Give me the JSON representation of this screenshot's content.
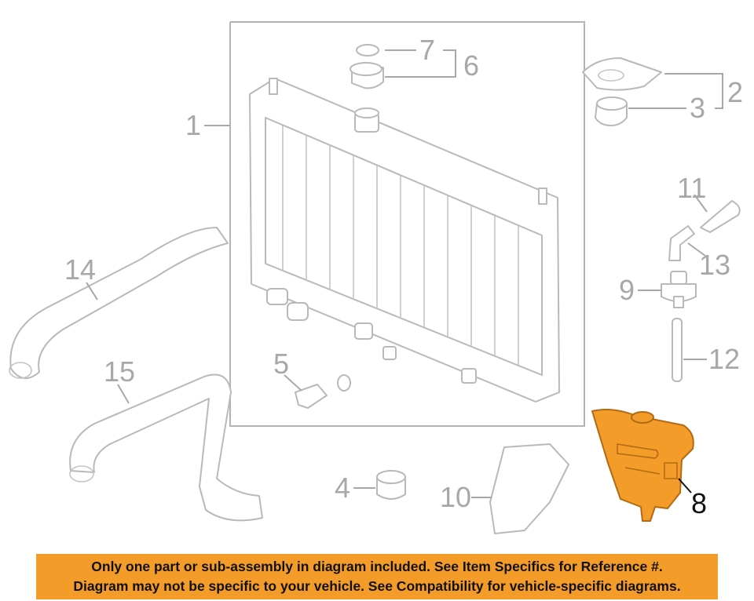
{
  "diagram": {
    "callouts": [
      {
        "id": "1",
        "label": "1"
      },
      {
        "id": "2",
        "label": "2"
      },
      {
        "id": "3",
        "label": "3"
      },
      {
        "id": "4",
        "label": "4"
      },
      {
        "id": "5",
        "label": "5"
      },
      {
        "id": "6",
        "label": "6"
      },
      {
        "id": "7",
        "label": "7"
      },
      {
        "id": "8",
        "label": "8"
      },
      {
        "id": "9",
        "label": "9"
      },
      {
        "id": "10",
        "label": "10"
      },
      {
        "id": "11",
        "label": "11"
      },
      {
        "id": "12",
        "label": "12"
      },
      {
        "id": "13",
        "label": "13"
      },
      {
        "id": "14",
        "label": "14"
      },
      {
        "id": "15",
        "label": "15"
      }
    ],
    "highlighted_part": "8",
    "colors": {
      "highlight": "#f39c2a",
      "outline": "#b9b9b9",
      "callout_inactive": "#a8a8a8",
      "callout_active": "#111111"
    }
  },
  "notice": {
    "line1": "Only one part or sub-assembly in diagram included. See Item Specifics for Reference #.",
    "line2": "Diagram may not be specific to your vehicle. See Compatibility for vehicle-specific diagrams.",
    "background": "#f39c2a"
  }
}
